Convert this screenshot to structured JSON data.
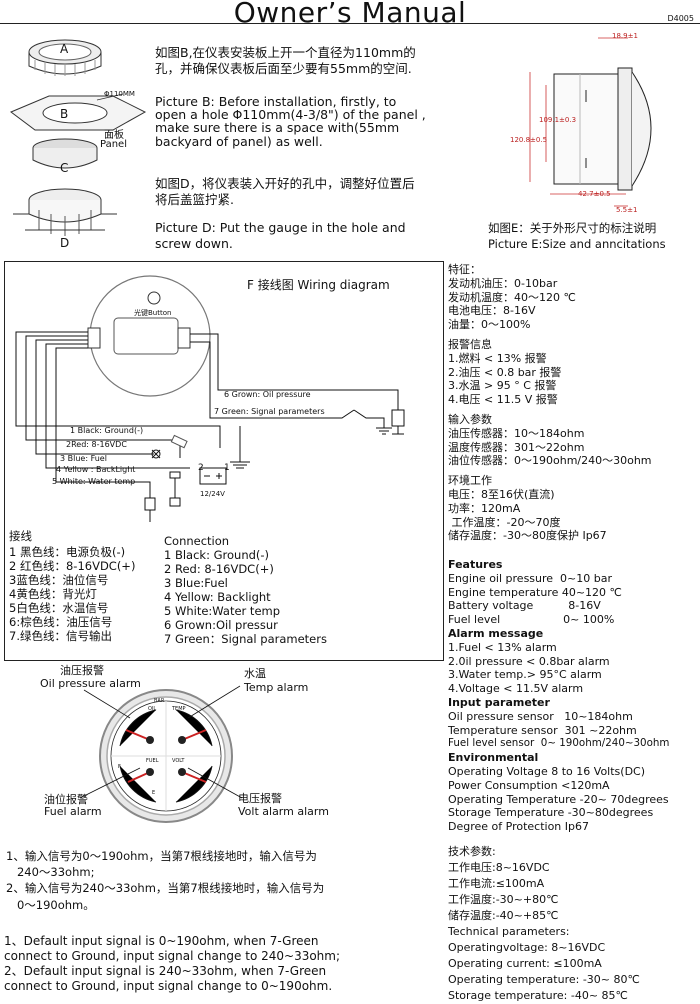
{
  "header": {
    "title": "Owner’s Manual",
    "doc_code": "D4005"
  },
  "install": {
    "part_labels": [
      "A",
      "B",
      "C",
      "D"
    ],
    "dia_label": "Φ110MM",
    "panel_cn": "面板",
    "panel_en": "Panel",
    "step_b_cn_1": "如图B,在仪表安装板上开一个直径为110mm的",
    "step_b_cn_2": "孔，并确保仪表板后面至少要有55mm的空间.",
    "step_b_en_1": "Picture B: Before installation, firstly, to",
    "step_b_en_2": "open a hole Φ110mm(4-3/8\") of the panel ,",
    "step_b_en_3": "make sure there is a space with(55mm",
    "step_b_en_4": "backyard of panel) as well.",
    "step_d_cn_1": "如图D，将仪表装入开好的孔中，调整好位置后",
    "step_d_cn_2": "将后盖篮拧紧.",
    "step_d_en_1": "Picture D: Put the gauge in the hole and",
    "step_d_en_2": "screw down."
  },
  "dimensions": {
    "d1": "18.9±1",
    "d2": "109.1±0.3",
    "d3": "120.8±0.5",
    "d4": "42.7±0.5",
    "d5": "5.5±1",
    "caption_cn": "如图E：关于外形尺寸的标注说明",
    "caption_en": "Picture E:Size and anncitations"
  },
  "wiring": {
    "title": "F 接线图 Wiring diagram",
    "button_label": "光键Button",
    "wires": [
      "6 Grown: Oil pressure",
      "7 Green: Signal parameters",
      "1 Black: Ground(-)",
      "2Red: 8-16VDC",
      "3 Blue: Fuel",
      "4 Yellow : BackLight",
      "5 White: Water temp"
    ],
    "battery_label": "12/24V",
    "num_2": "2",
    "num_1": "1"
  },
  "connection": {
    "cn_title": "接线",
    "cn_items": [
      "1 黑色线：电源负极(-)",
      "2 红色线：8-16VDC(+)",
      "3蓝色线：油位信号",
      "4黄色线：背光灯",
      "5白色线：水温信号",
      "6:棕色线：油压信号",
      "7.绿色线：信号输出"
    ],
    "en_title": "Connection",
    "en_items": [
      "1 Black: Ground(-)",
      "2 Red: 8-16VDC(+)",
      "3 Blue:Fuel",
      "4 Yellow: Backlight",
      "5 White:Water temp",
      "6 Grown:Oil pressur",
      "7 Green：Signal parameters"
    ]
  },
  "alarms": {
    "oil_cn": "油压报警",
    "oil_en": "Oil pressure alarm",
    "temp_cn": "水温",
    "temp_en": "Temp alarm",
    "fuel_cn": "油位报警",
    "fuel_en": "Fuel alarm",
    "volt_cn": "电压报警",
    "volt_en": "Volt alarm alarm",
    "gauge_labels": {
      "oil": "OIL",
      "bar": "BAR",
      "temp": "TEMP",
      "fuel": "FUEL",
      "volt": "VOLT",
      "f": "F",
      "e": "E"
    }
  },
  "notes": {
    "cn_1": "1、输入信号为0～190ohm，当第7根线接地时，输入信号为",
    "cn_1b": "   240～33ohm;",
    "cn_2": "2、输入信号为240～33ohm，当第7根线接地时，输入信号为",
    "cn_2b": "   0～190ohm。",
    "en_1": "1、Default input signal is 0~190ohm, when 7-Green",
    "en_1b": "connect to Ground, input signal change to 240~33ohm;",
    "en_2": "2、Default input signal is 240~33ohm, when 7-Green",
    "en_2b": "connect to Ground, input signal change to 0~190ohm."
  },
  "specs_cn": {
    "feature_title": "特征：",
    "features": [
      "发动机油压：0-10bar",
      "发动机温度：40～120 ℃",
      "电池电压：8-16V",
      "油量：0～100%"
    ],
    "alarm_title": "报警信息",
    "alarms": [
      "1.燃料 < 13% 报警",
      "2.油压 < 0.8 bar 报警",
      "3.水温 > 95 ° C 报警",
      "4.电压 < 11.5 V 报警"
    ],
    "input_title": "输入参数",
    "inputs": [
      "油压传感器：10～184ohm",
      "温度传感器：301～22ohm",
      "油位传感器：0～190ohm/240～30ohm"
    ],
    "env_title": "环境工作",
    "env": [
      "电压：8至16伏(直流)",
      "功率：120mA",
      " 工作温度：-20～70度",
      "储存温度：-30～80度保护 Ip67"
    ]
  },
  "specs_en": {
    "features_title": "Features",
    "features": [
      "Engine oil pressure  0~10 bar",
      "Engine temperature 40~120 ℃",
      "Battery voltage          8-16V",
      "Fuel level                  0~ 100%"
    ],
    "alarm_title": "Alarm message",
    "alarms": [
      "1.Fuel < 13% alarm",
      "2.0il pressure < 0.8bar alarm",
      "3.Water temp.> 95°C alarm",
      "4.Voltage < 11.5V alarm"
    ],
    "input_title": "Input parameter",
    "inputs": [
      "Oil pressure sensor   10~184ohm",
      "Temperature sensor  301 ~22ohm",
      "Fuel level sensor  0~ 190ohm/240~30ohm"
    ],
    "env_title": "Environmental",
    "env": [
      "Operating Voltage 8 to 16 Volts(DC)",
      "Power Consumption <120mA",
      "Operating Temperature -20~ 70degrees",
      "Storage Temperature -30~80degrees",
      "Degree of Protection Ip67"
    ]
  },
  "tech": {
    "title_cn": "技术参数:",
    "items_cn": [
      "工作电压:8~16VDC",
      "工作电流:≤100mA",
      "工作温度:-30~+80℃",
      "储存温度:-40~+85℃"
    ],
    "title_en": "Technical parameters:",
    "items_en": [
      "Operatingvoltage: 8~16VDC",
      "Operating current: ≤100mA",
      "Operating temperature: -30~ 80℃",
      "Storage temperature: -40~ 85℃"
    ]
  }
}
